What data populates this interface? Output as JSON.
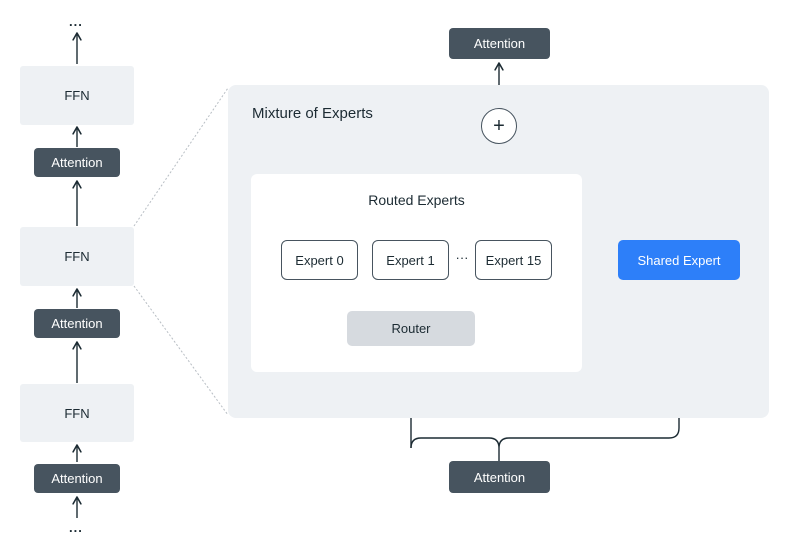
{
  "left_stack": {
    "top_ellipsis": "...",
    "bottom_ellipsis": "...",
    "ffn_labels": [
      "FFN",
      "FFN",
      "FFN"
    ],
    "attention_labels": [
      "Attention",
      "Attention",
      "Attention"
    ]
  },
  "moe": {
    "title": "Mixture of Experts",
    "top_attention": "Attention",
    "bottom_attention": "Attention",
    "plus_symbol": "+",
    "routed": {
      "title": "Routed Experts",
      "experts": [
        "Expert 0",
        "Expert 1",
        "Expert 15"
      ],
      "ellipsis": "···",
      "router": "Router"
    },
    "shared_expert": "Shared Expert"
  },
  "colors": {
    "attention_fill": "#47545f",
    "ffn_fill": "#eef1f4",
    "panel_fill": "#eef1f4",
    "router_fill": "#d6dadf",
    "shared_expert_fill": "#2d7ff9",
    "line": "#47545f"
  }
}
